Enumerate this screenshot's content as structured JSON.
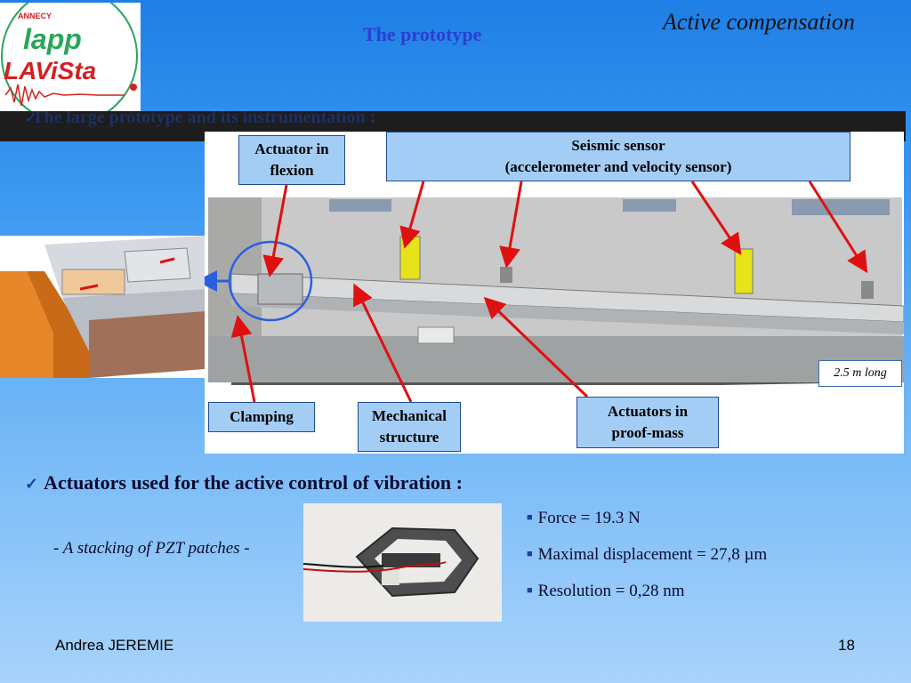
{
  "header": {
    "slide_title": "The prototype",
    "section_title": "Active compensation",
    "logo": {
      "top_text": "ANNECY",
      "main_text": "lapp",
      "sub_text": "LAViSta"
    }
  },
  "strip": {
    "text": "The large prototype and its instrumentation :"
  },
  "photo": {
    "callouts": {
      "actuator_flexion": [
        "Actuator in",
        "flexion"
      ],
      "seismic_sensor": [
        "Seismic sensor",
        "(accelerometer and velocity sensor)"
      ],
      "clamping": "Clamping",
      "mechanical_structure": [
        "Mechanical",
        "structure"
      ],
      "actuators_proof_mass": [
        "Actuators in",
        "proof-mass"
      ]
    },
    "length_label": "2.5 m long"
  },
  "actuators": {
    "heading": "Actuators used for the active control of vibration :",
    "caption": "- A stacking of PZT patches -",
    "specs": [
      "Force = 19.3 N",
      "Maximal displacement = 27,8 µm",
      "Resolution = 0,28 nm"
    ]
  },
  "footer": {
    "author": "Andrea JEREMIE",
    "page": "18"
  },
  "colors": {
    "title_blue": "#2b3fd0",
    "callout_fill": "#a4cdf5",
    "arrow_red": "#e01010",
    "circle_blue": "#2a5fe0"
  }
}
